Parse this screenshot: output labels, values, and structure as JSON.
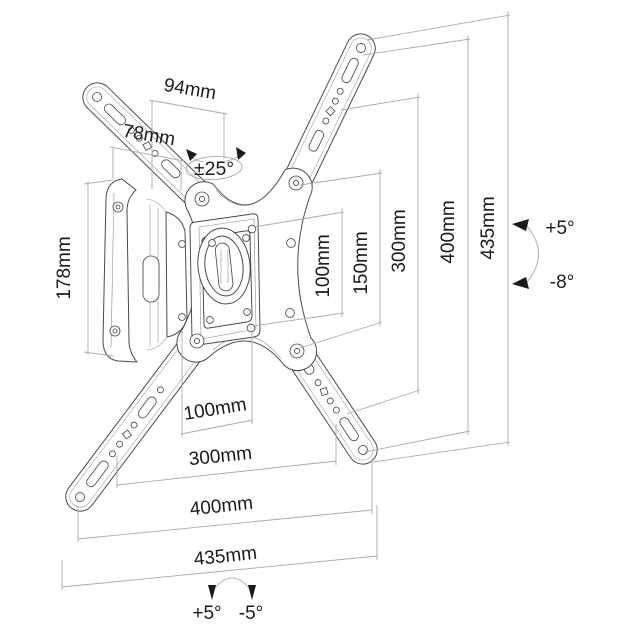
{
  "dims": {
    "top_depth": [
      "94mm",
      "78mm"
    ],
    "left_height": "178mm",
    "right_heights": [
      "100mm",
      "150mm",
      "300mm",
      "400mm",
      "435mm"
    ],
    "bottom_widths": [
      "100mm",
      "300mm",
      "400mm",
      "435mm"
    ]
  },
  "angles": {
    "rotation": "±25°",
    "tilt_up": "+5°",
    "tilt_down": "-8°",
    "swivel_left": "+5°",
    "swivel_right": "-5°"
  },
  "colors": {
    "outline": "#4b4b4b",
    "dimension_line": "#ababab",
    "label_text": "#1b1b1b",
    "background": "#ffffff"
  }
}
